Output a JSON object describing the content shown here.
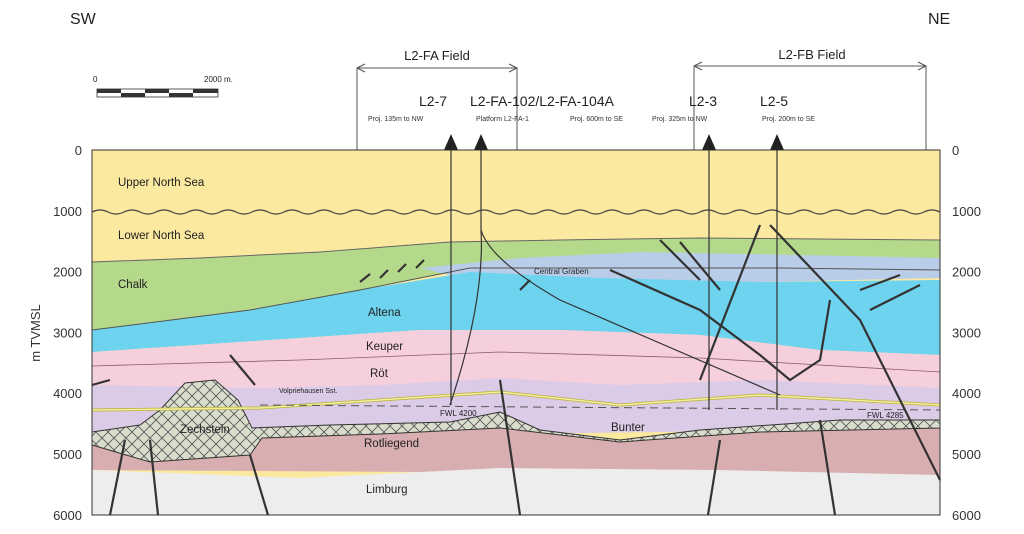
{
  "directions": {
    "left": "SW",
    "right": "NE"
  },
  "scale_bar": {
    "start": "0",
    "end": "2000 m."
  },
  "fields": [
    {
      "label": "L2-FA Field"
    },
    {
      "label": "L2-FB Field"
    }
  ],
  "wells": [
    {
      "name": "L2-7",
      "note": "Proj. 135m to NW"
    },
    {
      "name": "L2-FA-102/L2-FA-104A",
      "note_left": "Platform L2-FA-1",
      "note_right": "Proj. 600m to SE"
    },
    {
      "name": "L2-3",
      "note": "Proj. 325m to NW"
    },
    {
      "name": "L2-5",
      "note": "Proj. 200m to SE"
    }
  ],
  "axis": {
    "label": "m TVMSL",
    "ticks": [
      "0",
      "1000",
      "2000",
      "3000",
      "4000",
      "5000",
      "6000"
    ]
  },
  "formations": {
    "upper_north_sea": "Upper North Sea",
    "lower_north_sea": "Lower North Sea",
    "chalk": "Chalk",
    "central_graben": "Central Graben",
    "altena": "Altena",
    "keuper": "Keuper",
    "rot": "Röt",
    "volpriehausen": "Volpriehausen Sst.",
    "zechstein": "Zechstein",
    "bunter": "Bunter",
    "rotliegend": "Rotliegend",
    "limburg": "Limburg"
  },
  "contacts": {
    "fwl_a": "FWL 4200",
    "fwl_b": "FWL 4285"
  },
  "colors": {
    "north_sea": "#fbe9a0",
    "chalk": "#b5d98a",
    "graben": "#b9cde8",
    "altena": "#6dd3ef",
    "keuper": "#f6cfdc",
    "bunter": "#dccbe6",
    "zechstein": "#d8ddcc",
    "rotliegend": "#d9aeb0",
    "limburg": "#ededed"
  }
}
